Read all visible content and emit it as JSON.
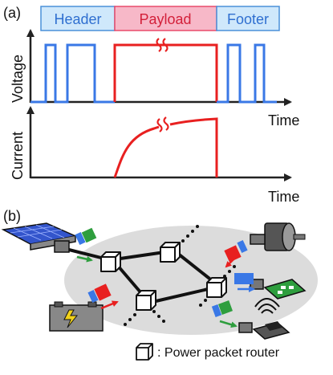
{
  "panel_a": {
    "label": "(a)",
    "segments": {
      "header": "Header",
      "payload": "Payload",
      "footer": "Footer"
    },
    "voltage_axis_label": "Voltage",
    "current_axis_label": "Current",
    "time_label_top": "Time",
    "time_label_bottom": "Time",
    "colors": {
      "header_bg": "#cfe8fb",
      "header_border": "#4a90d9",
      "payload_bg": "#f7b8c8",
      "payload_border": "#e84a6a",
      "signal_blue": "#3a78e6",
      "signal_red": "#e82020"
    }
  },
  "panel_b": {
    "label": "(b)",
    "legend_text": ": Power packet router",
    "icons": [
      "solar-panel-icon",
      "battery-icon",
      "motor-icon",
      "circuit-board-icon",
      "wireless-charger-icon",
      "router-icon"
    ],
    "colors": {
      "cloud": "#dcdcdc",
      "solar": "#3355cc",
      "packet_green": "#2e9e3e",
      "packet_red": "#e82020",
      "packet_blue": "#3a78e6"
    }
  }
}
